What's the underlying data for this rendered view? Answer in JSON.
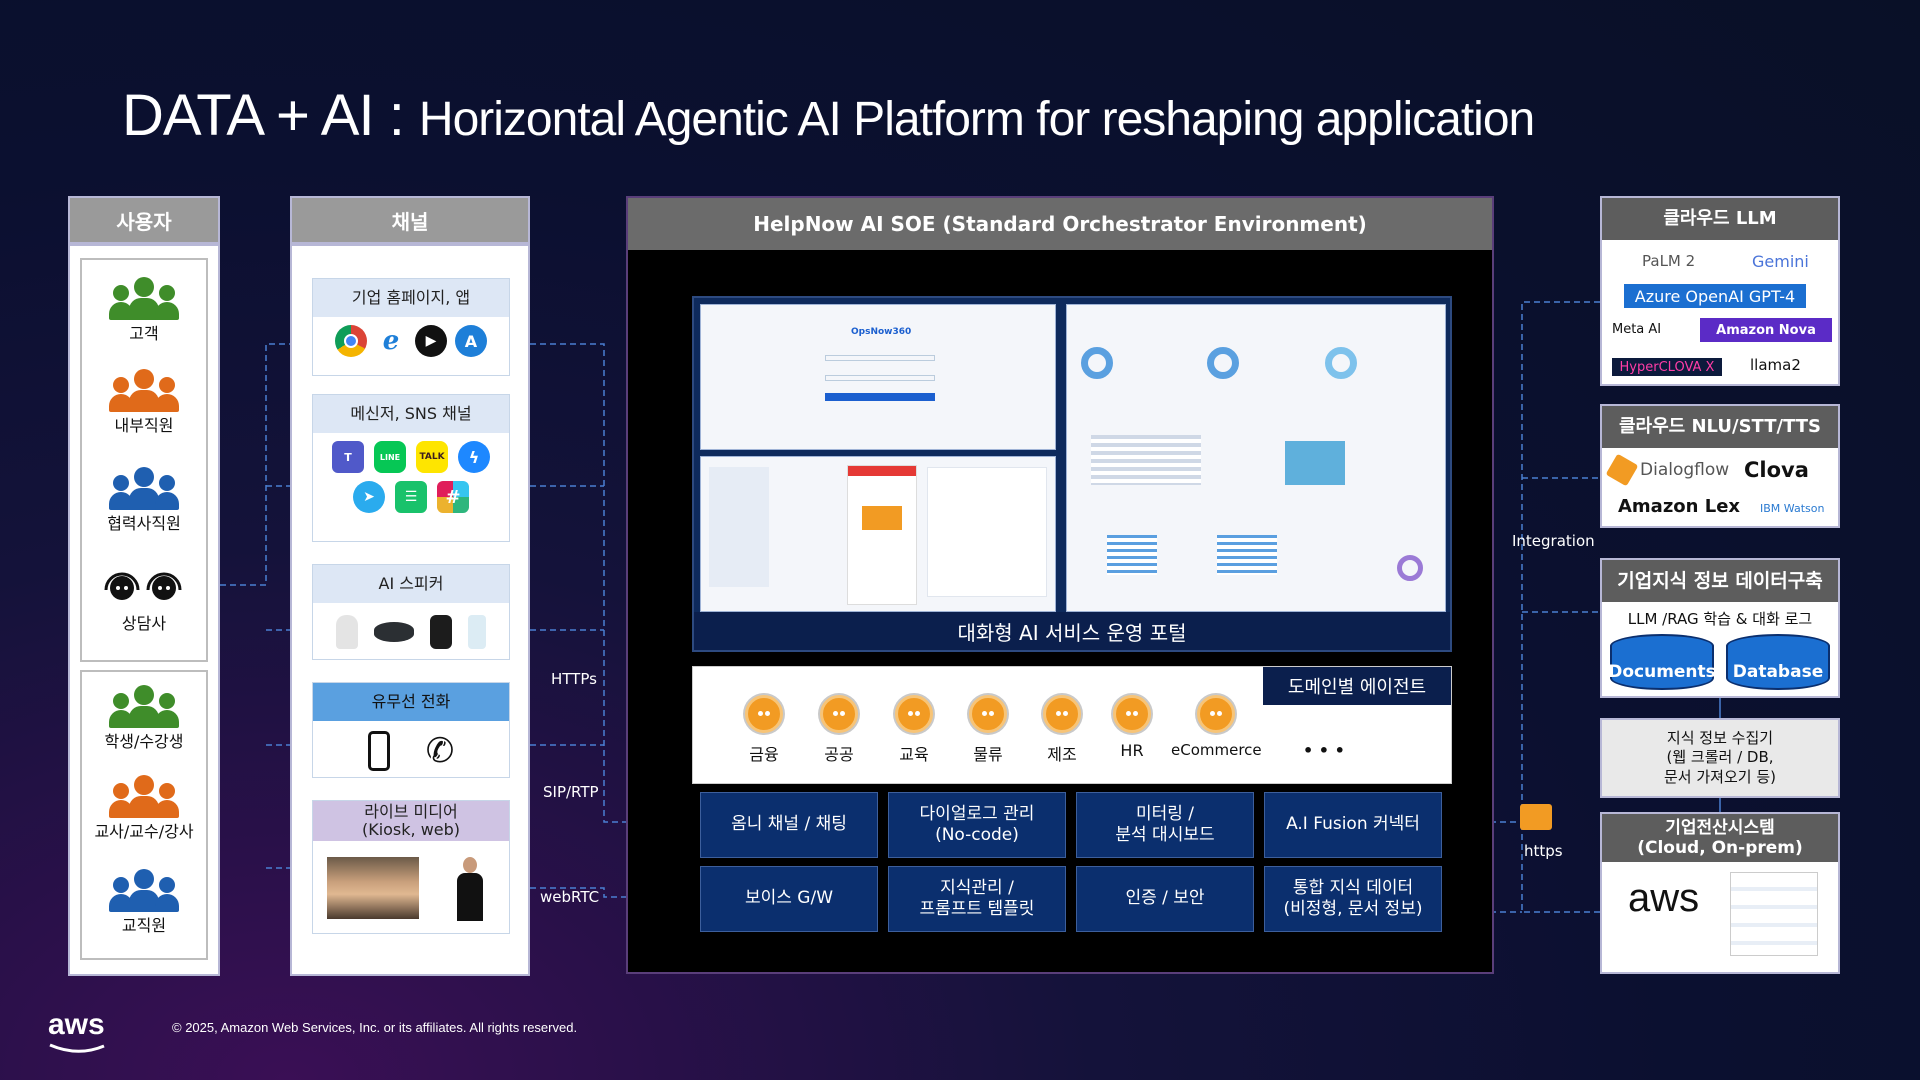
{
  "title": {
    "main": "DATA + AI : ",
    "sub": "Horizontal Agentic AI Platform for reshaping application"
  },
  "users": {
    "header": "사용자",
    "group1": [
      "고객",
      "내부직원",
      "협력사직원",
      "상담사"
    ],
    "group2": [
      "학생/수강생",
      "교사/교수/강사",
      "교직원"
    ]
  },
  "channels": {
    "header": "채널",
    "sections": [
      "기업 홈페이지, 앱",
      "메신저, SNS 채널",
      "AI 스피커",
      "유무선 전화",
      "라이브 미디어\n(Kiosk, web)"
    ],
    "icon_labels": {
      "line": "LINE",
      "talk": "TALK"
    }
  },
  "protocols": {
    "https_upper": "HTTPs",
    "sip": "SIP/RTP",
    "webrtc": "webRTC",
    "integration": "Integration",
    "https_lower": "https"
  },
  "soe": {
    "header": "HelpNow AI SOE (Standard Orchestrator Environment)",
    "portal_label": "대화형 AI 서비스 운영 포털",
    "screen_brand": "OpsNow360",
    "agents_tag": "도메인별 에이전트",
    "agents": [
      "금융",
      "공공",
      "교육",
      "물류",
      "제조",
      "HR",
      "eCommerce"
    ],
    "agents_more": "• • •",
    "modules": [
      [
        "옴니 채널 / 채팅",
        "다이얼로그 관리\n(No-code)",
        "미터링 /\n분석 대시보드",
        "A.I Fusion 커넥터"
      ],
      [
        "보이스 G/W",
        "지식관리 /\n프롬프트 템플릿",
        "인증 / 보안",
        "통합 지식 데이터\n(비정형, 문서 정보)"
      ]
    ]
  },
  "cloud_llm": {
    "header": "클라우드 LLM",
    "items": [
      "PaLM 2",
      "Gemini",
      "Azure OpenAI GPT-4",
      "Meta AI",
      "Amazon Nova",
      "HyperCLOVA X",
      "llama2"
    ]
  },
  "cloud_nlu": {
    "header": "클라우드 NLU/STT/TTS",
    "items": [
      "Dialogflow",
      "Clova",
      "Amazon Lex",
      "IBM Watson"
    ]
  },
  "knowledge": {
    "header": "기업지식 정보 데이터구축",
    "subtitle": "LLM /RAG 학습 & 대화 로그",
    "stores": [
      "Documents",
      "Database"
    ]
  },
  "collector": {
    "text": "지식 정보 수집기\n(웹 크롤러 / DB,\n문서 가져오기 등)"
  },
  "enterprise": {
    "header": "기업전산시스템\n(Cloud, On-prem)",
    "logo": "aws"
  },
  "footer": {
    "copyright": "© 2025, Amazon Web Services, Inc. or its affiliates. All rights reserved.",
    "logo": "aws"
  },
  "colors": {
    "user_green": "#3f8d2a",
    "user_orange": "#e06a1a",
    "user_blue": "#1f5fb0",
    "module_blue": "#0b2f6e",
    "line_blue": "#4a7fd1"
  }
}
